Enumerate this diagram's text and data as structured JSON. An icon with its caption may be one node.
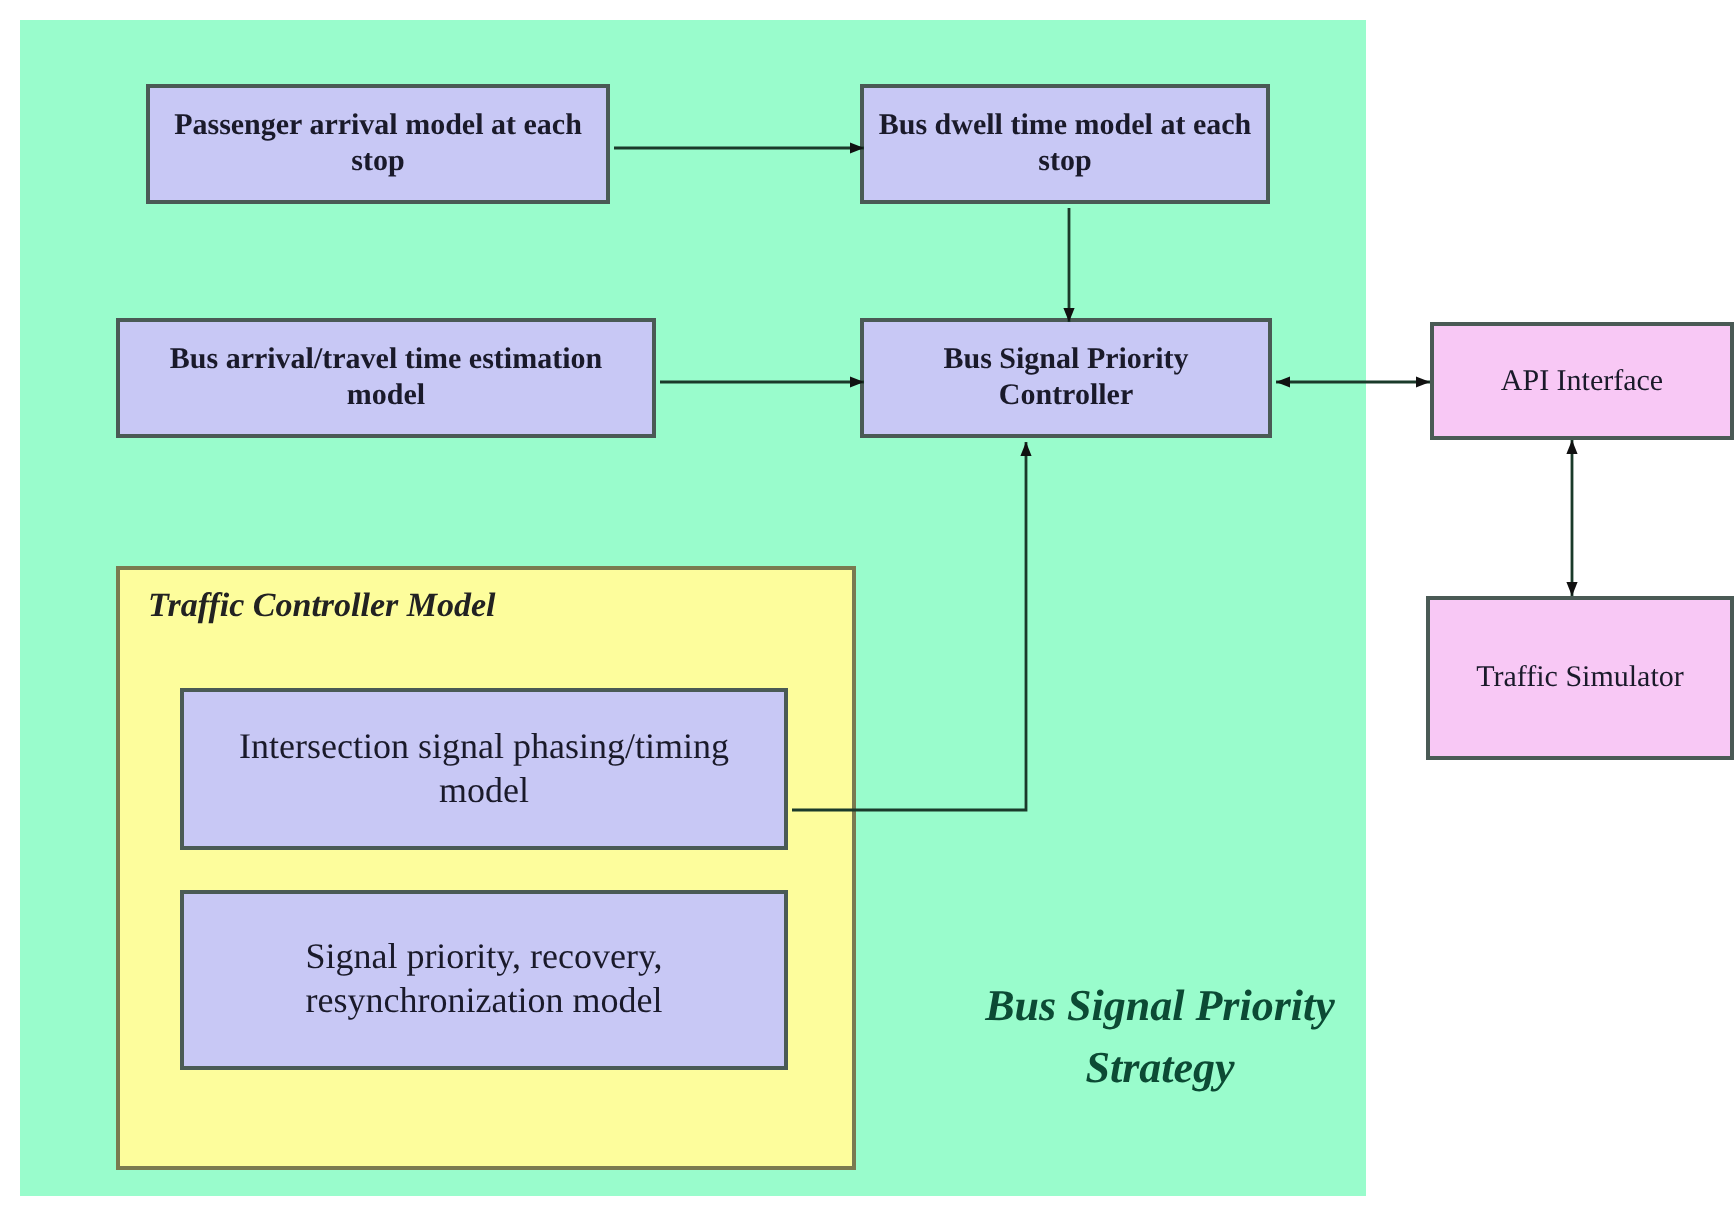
{
  "diagram": {
    "nodes": [
      {
        "text": [
          "Bus Signal Priority Strategy"
        ]
      },
      {
        "text": [
          "Passenger arrival model at each stop"
        ],
        "in": 0
      },
      {
        "text": [
          "Bus dwell time model at each stop"
        ],
        "in": 0
      },
      {
        "text": [
          "Bus arrival/travel time estimation model"
        ],
        "in": 0
      },
      {
        "text": [
          "Bus Signal Priority Controller"
        ],
        "in": 0
      },
      {
        "text": [
          "API Interface"
        ]
      },
      {
        "text": [
          "Traffic Simulator"
        ]
      },
      {
        "text": [
          "Traffic Controller Model"
        ],
        "in": 0
      },
      {
        "text": [
          "Intersection signal phasing/timing model"
        ],
        "in": 7
      },
      {
        "text": [
          "Signal priority, recovery, resynchronization model"
        ],
        "in": 7
      }
    ],
    "edges": [
      {
        "from": 1,
        "to": 2,
        "arrow": "to"
      },
      {
        "from": 2,
        "to": 4,
        "arrow": "to"
      },
      {
        "from": 3,
        "to": 4,
        "arrow": "to"
      },
      {
        "from": 8,
        "to": 4,
        "arrow": "to"
      },
      {
        "from": 4,
        "to": 5,
        "arrow": "both"
      },
      {
        "from": 5,
        "to": 6,
        "arrow": "both"
      }
    ]
  }
}
